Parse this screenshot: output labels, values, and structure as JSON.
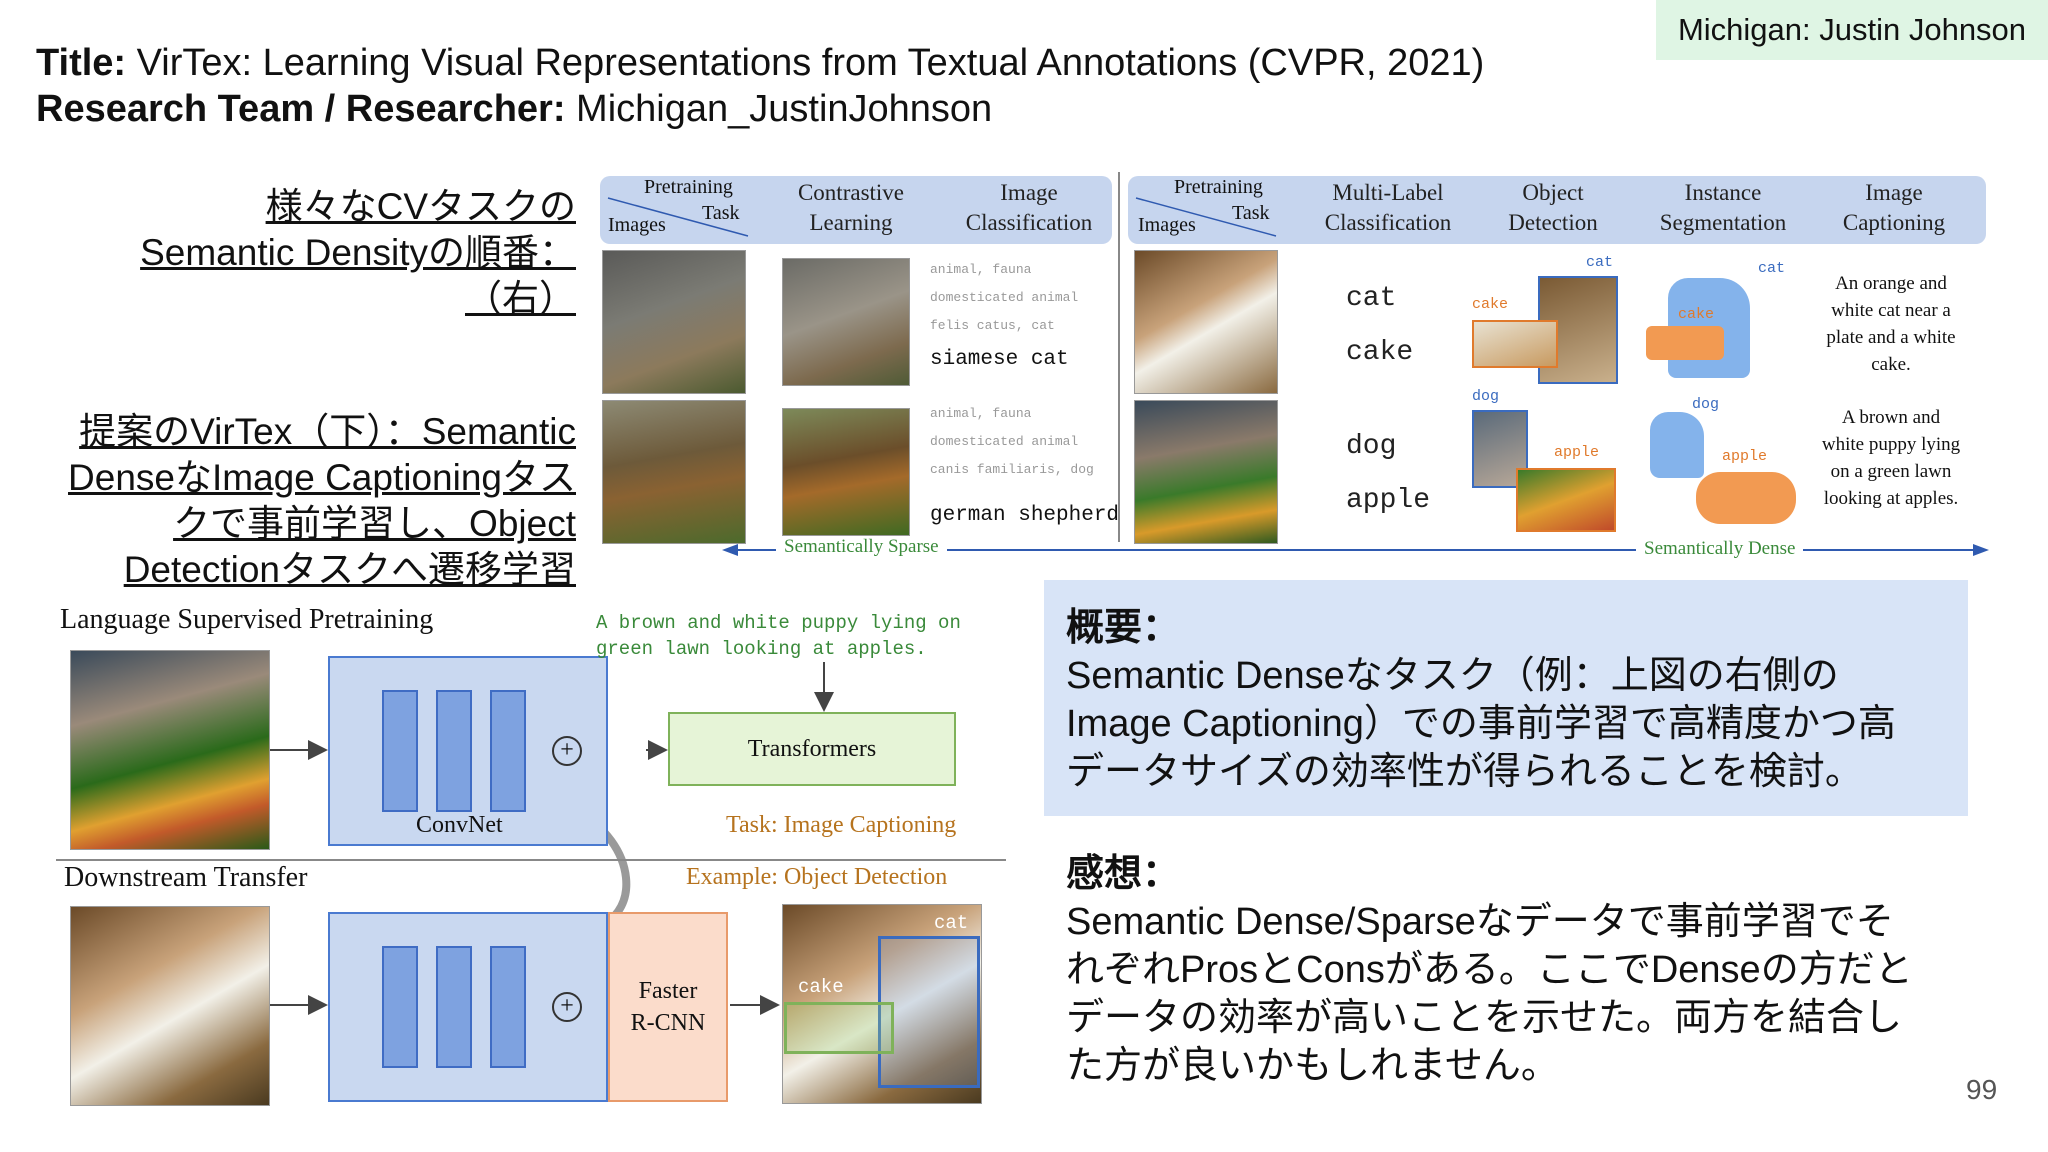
{
  "badge": "Michigan: Justin Johnson",
  "title": {
    "title_label": "Title:",
    "title_text": " VirTex: Learning Visual Representations from Textual Annotations (CVPR, 2021)",
    "team_label": "Research Team / Researcher:",
    "team_text": " Michigan_JustinJohnson"
  },
  "left_notes": {
    "note1": [
      "様々なCVタスクの",
      "Semantic Densityの順番：",
      "（右）"
    ],
    "note2": [
      "提案のVirTex（下）：Semantic",
      "DenseなImage Captioningタス",
      "クで事前学習し、Object",
      "Detectionタスクへ遷移学習"
    ]
  },
  "figure_top": {
    "corner_pretraining": "Pretraining",
    "corner_task": "Task",
    "corner_images": "Images",
    "left_headers": [
      "Contrastive\nLearning",
      "Image\nClassification"
    ],
    "right_headers": [
      "Multi-Label\nClassification",
      "Object\nDetection",
      "Instance\nSegmentation",
      "Image\nCaptioning"
    ],
    "row1_labels": [
      "animal, fauna",
      "domesticated animal",
      "felis catus, cat"
    ],
    "row1_main": "siamese cat",
    "row2_labels": [
      "animal, fauna",
      "domesticated animal",
      "canis familiaris, dog"
    ],
    "row2_main": "german shepherd",
    "multilabel_row1": [
      "cat",
      "cake"
    ],
    "multilabel_row2": [
      "dog",
      "apple"
    ],
    "det_tags": {
      "cat": "cat",
      "cake": "cake",
      "dog": "dog",
      "apple": "apple"
    },
    "caption1": "An orange and white cat near a plate and a white cake.",
    "caption2": "A brown and white puppy lying on a green lawn looking at apples.",
    "axis_sparse": "Semantically Sparse",
    "axis_dense": "Semantically Dense"
  },
  "figure_bottom": {
    "pretrain_title": "Language Supervised Pretraining",
    "caption_text": "A brown and white puppy lying on\ngreen lawn looking at apples.",
    "transformers": "Transformers",
    "convnet": "ConvNet",
    "task_captioning": "Task: Image Captioning",
    "downstream_title": "Downstream Transfer",
    "example_detection": "Example: Object Detection",
    "faster_rcnn": "Faster\nR-CNN",
    "out_cat": "cat",
    "out_cake": "cake"
  },
  "summary": {
    "heading": "概要：",
    "body": [
      "Semantic Denseなタスク（例：上図の右側の",
      "Image Captioning）での事前学習で高精度かつ高",
      "データサイズの効率性が得られることを検討。"
    ]
  },
  "impression": {
    "heading": "感想：",
    "body": [
      "Semantic Dense/Sparseなデータで事前学習でそ",
      "れぞれProsとConsがある。ここでDenseの方だと",
      "データの効率が高いことを示せた。両方を結合し",
      "た方が良いかもしれません。"
    ]
  },
  "page_number": "99",
  "colors": {
    "badge_bg": "#dff5e4",
    "panel_bg": "#d8e4f7",
    "header_bg": "#c6d5ee",
    "box_blue": "#c9d8f0",
    "box_green": "#e6f4d7",
    "box_orange": "#fbdccb",
    "arrow_blue": "#2f5ab0"
  }
}
